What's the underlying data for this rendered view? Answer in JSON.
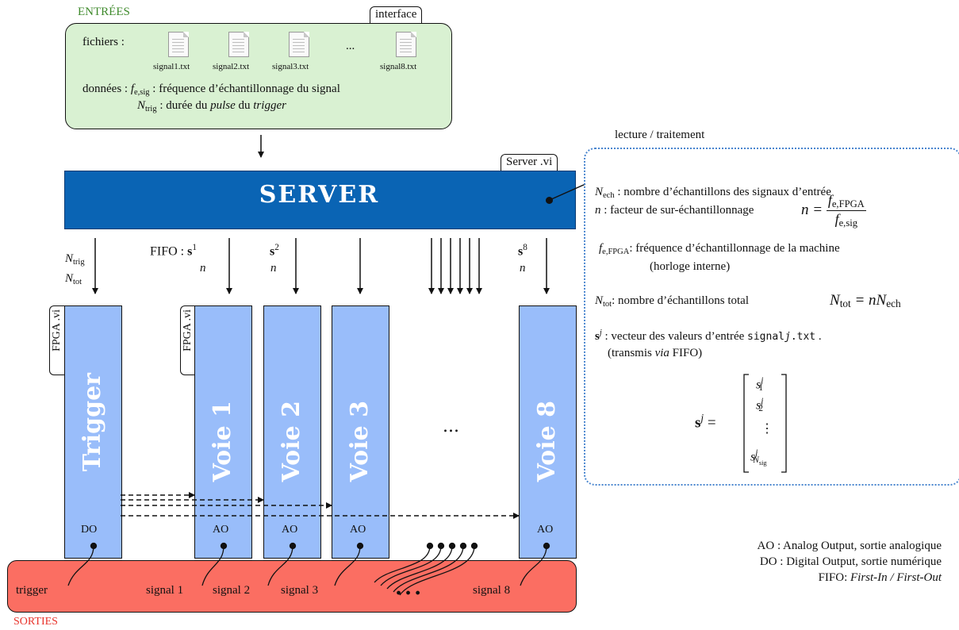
{
  "inputs": {
    "section_label": "ENTRÉES",
    "tab": "interface",
    "files_label": "fichiers :",
    "files": [
      "signal1.txt",
      "signal2.txt",
      "signal3.txt",
      "signal8.txt"
    ],
    "files_ellipsis": "...",
    "data_label": "données :",
    "fsig_symbol": "f",
    "fsig_sub": "e,sig",
    "fsig_desc": ": fréquence d’échantillonnage du signal",
    "ntrig_symbol": "N",
    "ntrig_sub": "trig",
    "ntrig_desc_1": ": durée du",
    "ntrig_pulse": "pulse",
    "ntrig_desc_2": "du",
    "ntrig_trigger": "trigger"
  },
  "server": {
    "tab": "Server .vi",
    "title": "SERVER"
  },
  "fifo": {
    "label": "FIFO :",
    "s_symbol": "s",
    "s1_sup": "1",
    "s2_sup": "2",
    "s8_sup": "8",
    "n": "n",
    "ntrig_N": "N",
    "ntrig_sub": "trig",
    "ntot_N": "N",
    "ntot_sub": "tot"
  },
  "channels": [
    {
      "name": "Trigger",
      "output": "DO",
      "tab": "FPGA .vi"
    },
    {
      "name": "Voie 1",
      "output": "AO",
      "tab": "FPGA .vi"
    },
    {
      "name": "Voie 2",
      "output": "AO"
    },
    {
      "name": "Voie 3",
      "output": "AO"
    },
    {
      "name": "Voie 8",
      "output": "AO"
    }
  ],
  "channels_ellipsis": "...",
  "outputs": {
    "section_label": "SORTIES",
    "labels": [
      "trigger",
      "signal 1",
      "signal 2",
      "signal 3",
      "signal 8"
    ],
    "ellipsis": "..."
  },
  "info": {
    "title": "lecture / traitement",
    "nech_N": "N",
    "nech_sub": "ech",
    "nech_desc": ": nombre d’échantillons des signaux d’entrée",
    "n_symbol": "n",
    "n_desc": ": facteur de sur-échantillonnage",
    "n_eq_lhs": "n =",
    "n_eq_num_f": "f",
    "n_eq_num_sub": "e,FPGA",
    "n_eq_den_f": "f",
    "n_eq_den_sub": "e,sig",
    "ffpga_f": "f",
    "ffpga_sub": "e,FPGA",
    "ffpga_desc_1": ": fréquence d’échantillonnage de la machine",
    "ffpga_desc_2": "(horloge interne)",
    "ntot_N": "N",
    "ntot_sub": "tot",
    "ntot_desc": ": nombre d’échantillons total",
    "ntot_eq_N": "N",
    "ntot_eq_sub": "tot",
    "ntot_eq_rhs": "= nN",
    "ntot_eq_rhs_sub": "ech",
    "sj_s": "s",
    "sj_sup": "j",
    "sj_desc_1": ": vecteur des valeurs d’entrée",
    "sj_file_1": "signal",
    "sj_file_j": "j",
    "sj_file_2": ".txt",
    "sj_desc_end": ".",
    "sj_desc_2a": "(transmis",
    "sj_via": "via",
    "sj_desc_2b": "FIFO)",
    "vec_lhs_s": "s",
    "vec_lhs_sup": "j",
    "vec_eq": "=",
    "vec_s": "s",
    "vec_j": "j",
    "vec_e1_sub": "1",
    "vec_e2_sub": "2",
    "vec_dots": "⋮",
    "vec_last_sub": "N",
    "vec_last_subsub": "sig"
  },
  "legend": {
    "ao": "AO : Analog Output, sortie analogique",
    "do": "DO : Digital Output, sortie numérique",
    "fifo_1": "FIFO:",
    "fifo_2": "First-In / First-Out"
  }
}
